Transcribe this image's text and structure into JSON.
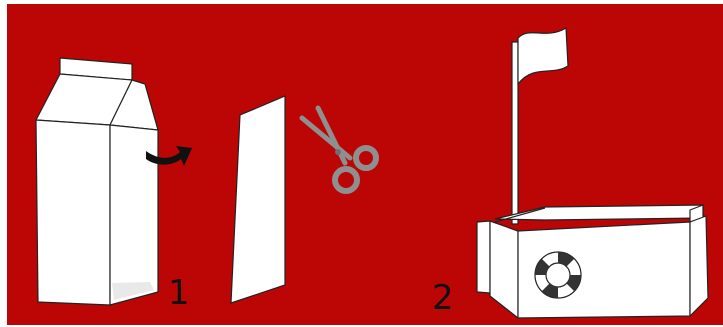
{
  "steps": [
    {
      "number": "1"
    },
    {
      "number": "2"
    }
  ],
  "colors": {
    "background": "#bc0606",
    "paper": "#ffffff",
    "outline": "#222222",
    "arrow": "#111111",
    "scissors": "#8a8a8a"
  },
  "icons": [
    "milk-carton",
    "arrow-right-icon",
    "cut-panel",
    "scissors-icon",
    "carton-boat",
    "flag-icon",
    "life-ring-icon"
  ]
}
